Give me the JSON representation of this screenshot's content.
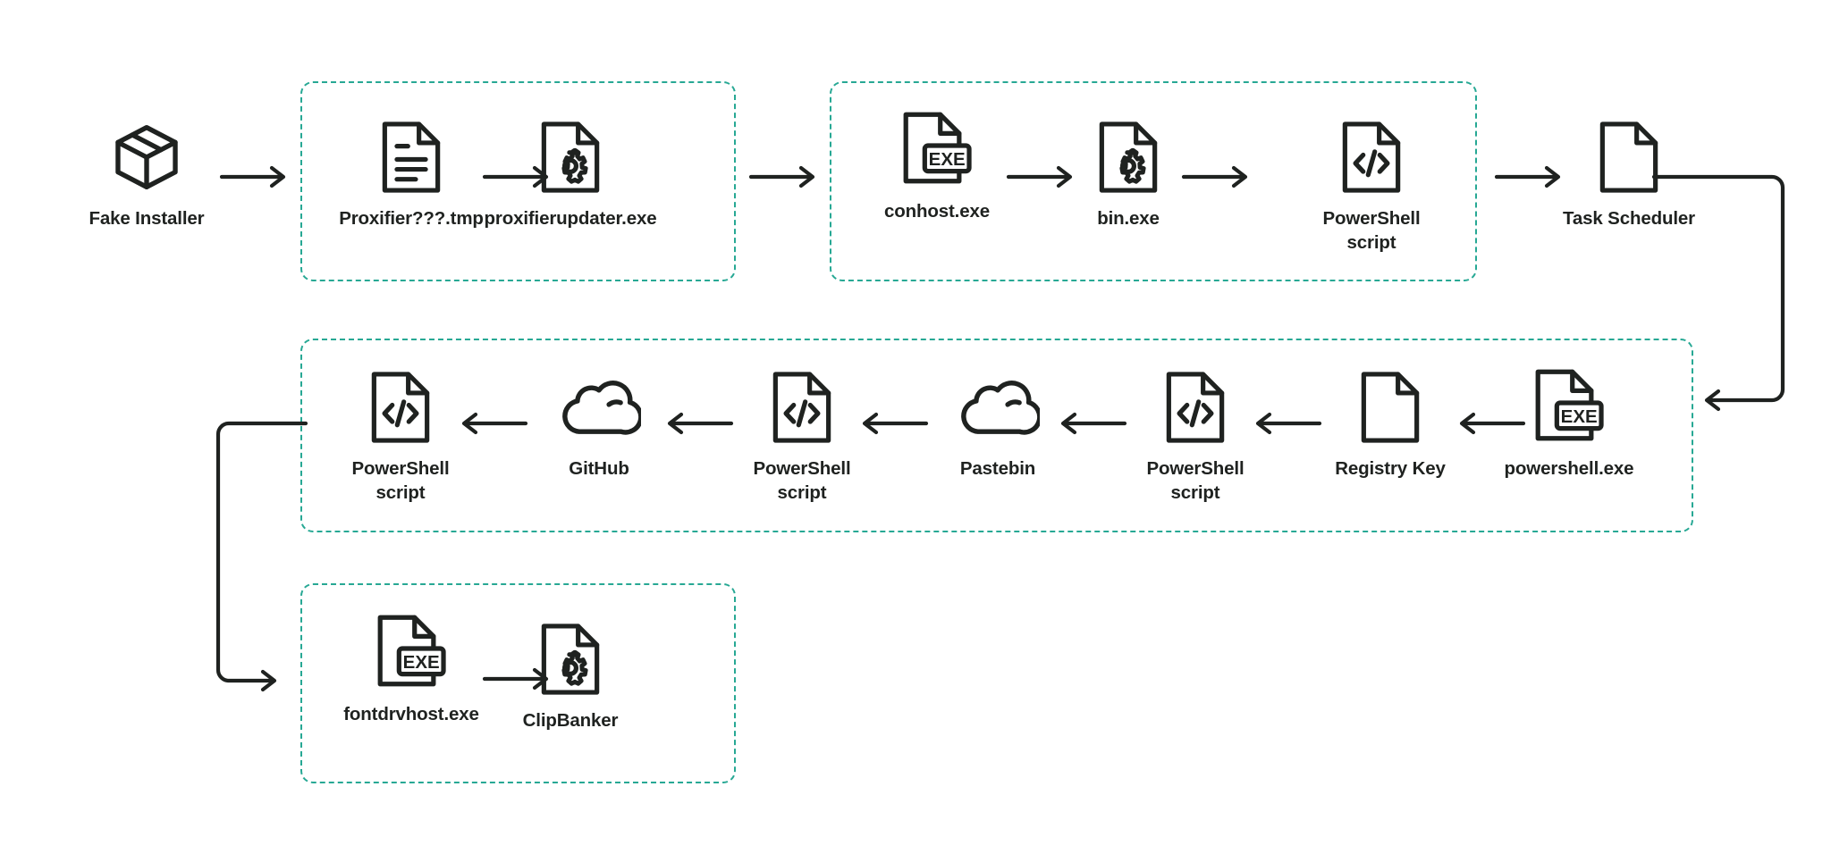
{
  "diagram": {
    "title": "Fake installer infection chain",
    "colors": {
      "stroke": "#1f2220",
      "dashed_group_border": "#27a894",
      "background": "#ffffff"
    },
    "groups": [
      {
        "id": "group-dropper",
        "label": ""
      },
      {
        "id": "group-loader",
        "label": ""
      },
      {
        "id": "group-download",
        "label": ""
      },
      {
        "id": "group-payload",
        "label": ""
      }
    ],
    "rows": [
      {
        "id": "row-1",
        "direction": "left-to-right",
        "nodes": [
          {
            "id": "fake-installer",
            "label": "Fake Installer",
            "icon": "box-icon"
          },
          {
            "id": "proxifier-tmp",
            "label": "Proxifier???.tmp",
            "icon": "text-document-icon"
          },
          {
            "id": "proxifierupdater",
            "label": "proxifierupdater.exe",
            "icon": "gear-document-icon"
          },
          {
            "id": "conhost",
            "label": "conhost.exe",
            "icon": "exe-document-icon"
          },
          {
            "id": "bin-exe",
            "label": "bin.exe",
            "icon": "gear-document-icon"
          },
          {
            "id": "powershell-script-1",
            "label": "PowerShell\nscript",
            "icon": "code-document-icon"
          },
          {
            "id": "task-scheduler",
            "label": "Task Scheduler",
            "icon": "blank-document-icon"
          }
        ]
      },
      {
        "id": "row-2",
        "direction": "right-to-left",
        "nodes": [
          {
            "id": "powershell-exe",
            "label": "powershell.exe",
            "icon": "exe-document-icon"
          },
          {
            "id": "registry-key",
            "label": "Registry Key",
            "icon": "blank-document-icon"
          },
          {
            "id": "powershell-script-2",
            "label": "PowerShell\nscript",
            "icon": "code-document-icon"
          },
          {
            "id": "pastebin",
            "label": "Pastebin",
            "icon": "cloud-icon"
          },
          {
            "id": "powershell-script-3",
            "label": "PowerShell\nscript",
            "icon": "code-document-icon"
          },
          {
            "id": "github",
            "label": "GitHub",
            "icon": "cloud-icon"
          },
          {
            "id": "powershell-script-4",
            "label": "PowerShell\nscript",
            "icon": "code-document-icon"
          }
        ]
      },
      {
        "id": "row-3",
        "direction": "left-to-right",
        "nodes": [
          {
            "id": "fontdrvhost",
            "label": "fontdrvhost.exe",
            "icon": "exe-document-icon"
          },
          {
            "id": "clipbanker",
            "label": "ClipBanker",
            "icon": "gear-document-icon"
          }
        ]
      }
    ],
    "connectors": [
      {
        "id": "conn-row1-to-row2",
        "from": "task-scheduler",
        "to": "powershell-exe",
        "shape": "right-down-left"
      },
      {
        "id": "conn-row2-to-row3",
        "from": "powershell-script-4",
        "to": "fontdrvhost",
        "shape": "left-down-right"
      }
    ],
    "exe_badge_text": "EXE",
    "code_glyph_text": "</>"
  }
}
